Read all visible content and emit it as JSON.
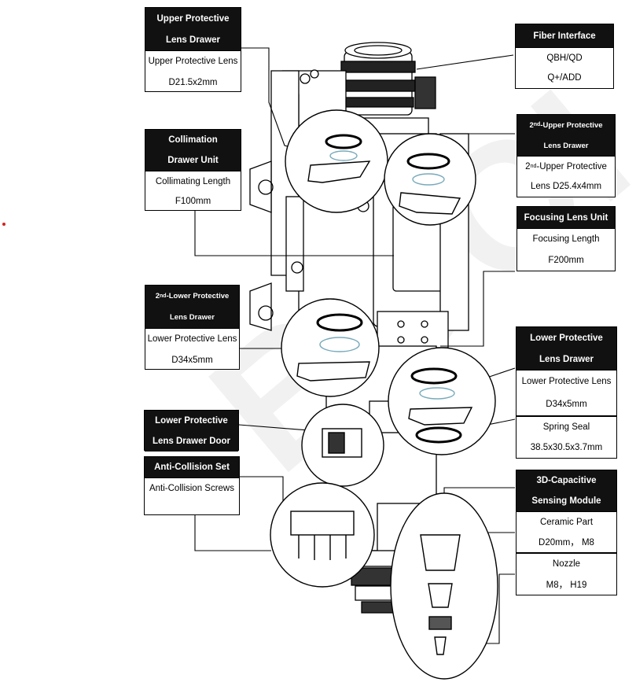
{
  "labels": {
    "upper_drawer": {
      "title1": "Upper Protective",
      "title2": "Lens Drawer",
      "detail1": "Upper Protective Lens",
      "detail2": "D21.5x2mm"
    },
    "collimation": {
      "title1": "Collimation",
      "title2": "Drawer Unit",
      "detail1": "Collimating Length",
      "detail2": "F100mm"
    },
    "second_lower": {
      "title1_sup": "nd",
      "title1_pre": "2",
      "title1_post": "-Lower Protective",
      "title2": "Lens Drawer",
      "detail1": "Lower Protective Lens",
      "detail2": "D34x5mm"
    },
    "lower_door": {
      "title1": "Lower Protective",
      "title2": "Lens Drawer Door"
    },
    "anti_collision": {
      "title": "Anti-Collision Set",
      "detail": "Anti-Collision Screws"
    },
    "fiber": {
      "title": "Fiber Interface",
      "detail1": "QBH/QD",
      "detail2": "Q+/ADD"
    },
    "second_upper": {
      "title1_pre": "2",
      "title1_sup": "nd",
      "title1_post": "-Upper Protective",
      "title2": "Lens Drawer",
      "detail1_pre": "2",
      "detail1_sup": "nd",
      "detail1_post": "-Upper Protective",
      "detail2": "Lens D25.4x4mm"
    },
    "focusing": {
      "title": "Focusing Lens Unit",
      "detail1": "Focusing Length",
      "detail2": "F200mm"
    },
    "lower_drawer": {
      "title1": "Lower Protective",
      "title2": "Lens Drawer",
      "detail1": "Lower Protective Lens",
      "detail2": "D34x5mm"
    },
    "spring_seal": {
      "title": "Spring Seal",
      "detail": "38.5x30.5x3.7mm"
    },
    "sensing": {
      "title1": "3D-Capacitive",
      "title2": "Sensing Module",
      "detail1": "Ceramic Part",
      "detail2": "D20mm， M8"
    },
    "nozzle": {
      "title": "Nozzle",
      "detail": "M8， H19"
    }
  },
  "watermark": "BOCI",
  "colors": {
    "label_bg": "#111111",
    "line": "#000000",
    "watermark": "#f2f2f2",
    "dot": "#d62020"
  }
}
